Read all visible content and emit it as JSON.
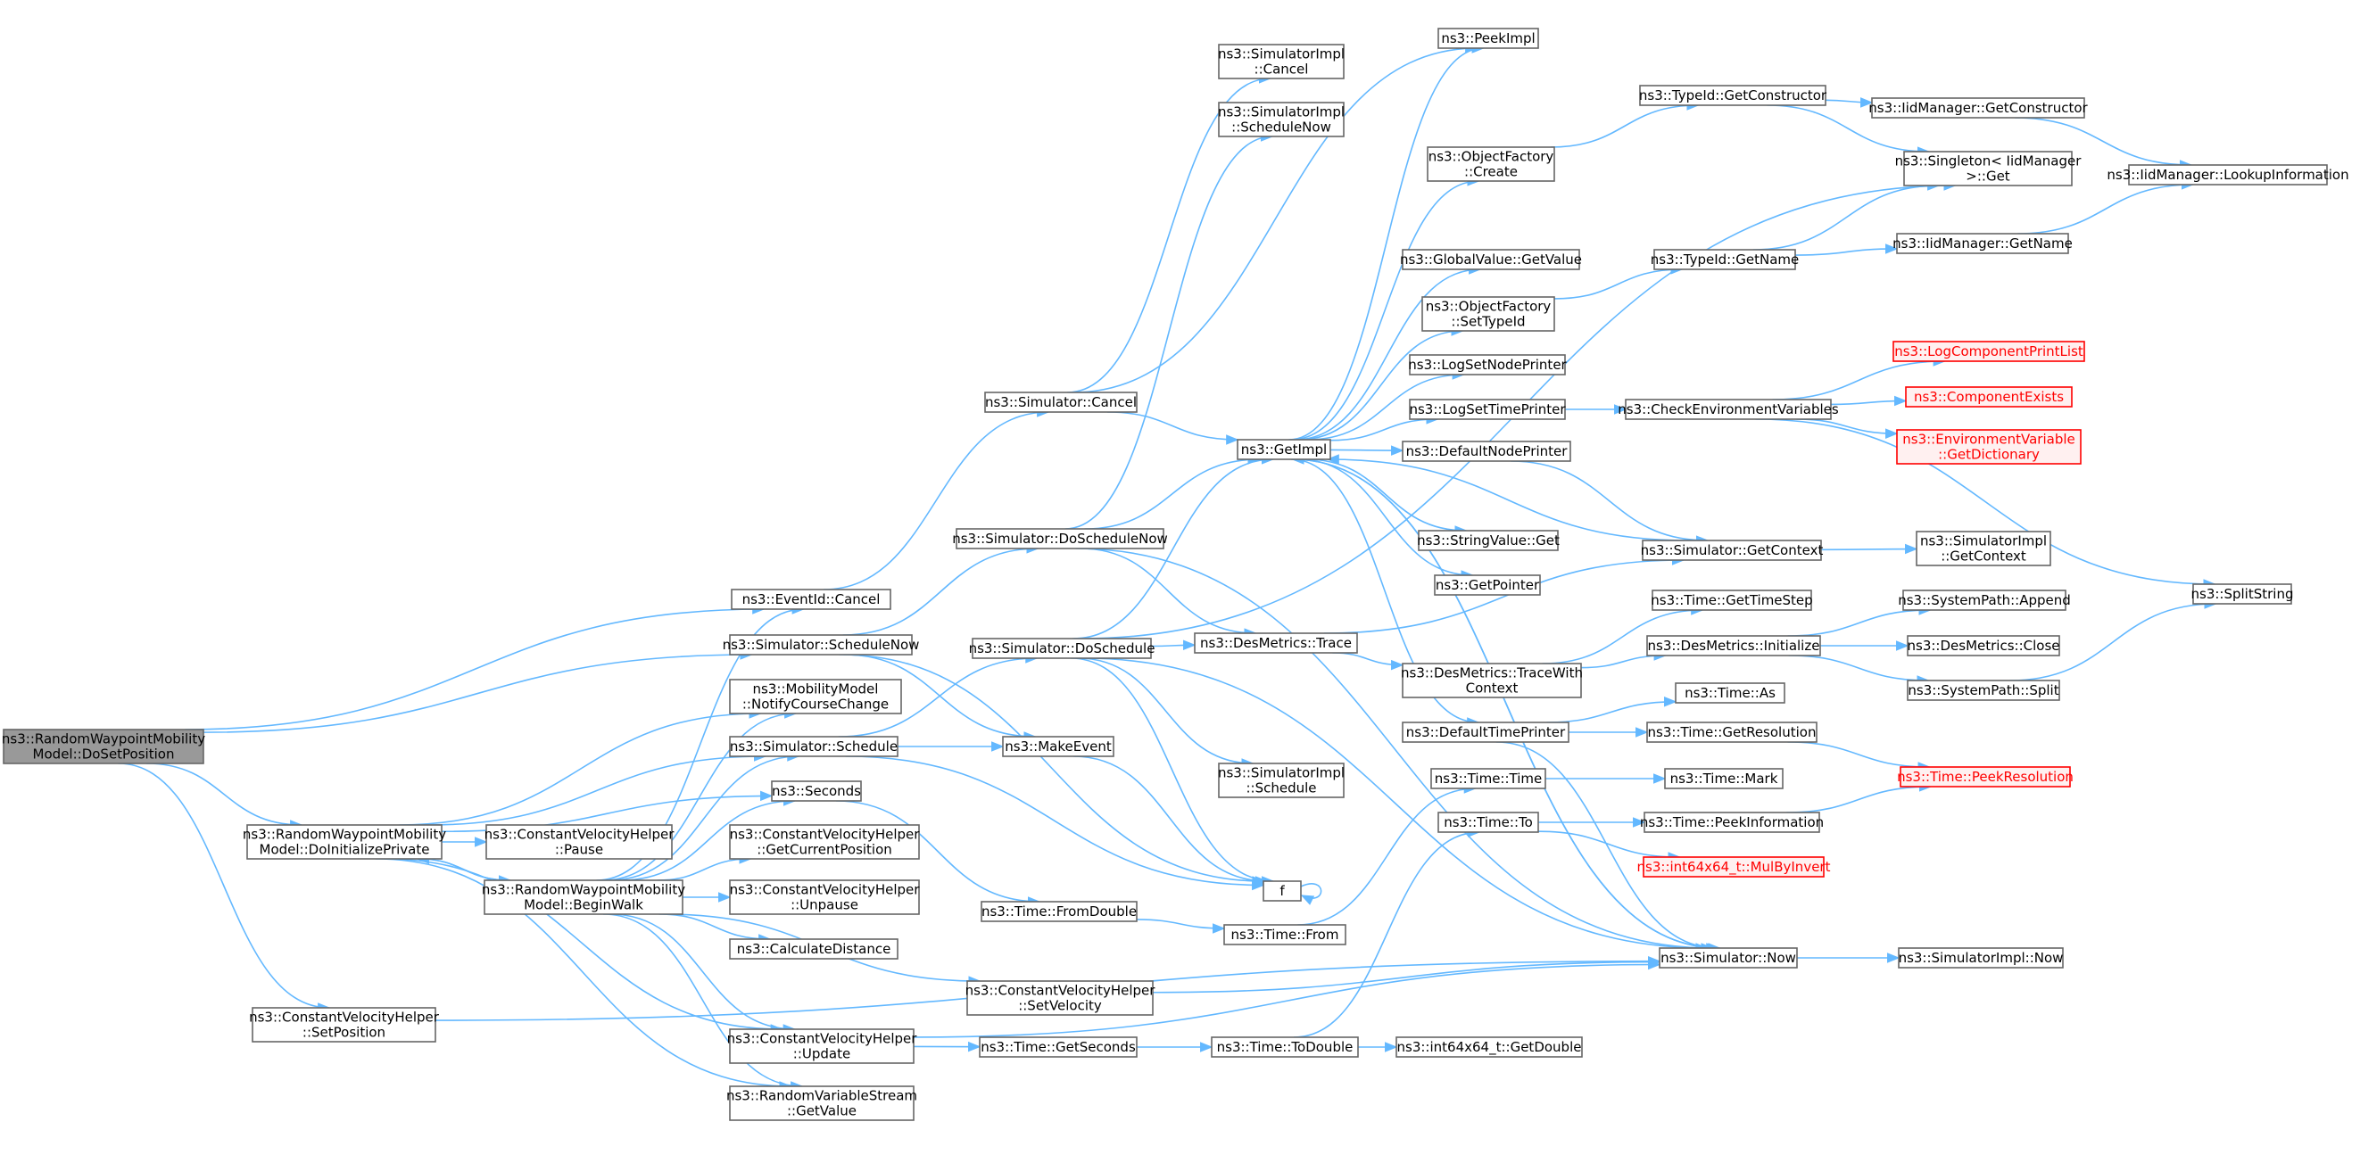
{
  "colors": {
    "edge": "#63b8ff",
    "node_border": "#666666",
    "root_fill": "#999999",
    "warn_border": "#ff0000",
    "warn_fill": "#fff0f0"
  },
  "nodes": [
    {
      "id": "root",
      "lines": [
        "ns3::RandomWaypointMobility",
        "Model::DoSetPosition"
      ],
      "kind": "root"
    },
    {
      "id": "doinit",
      "lines": [
        "ns3::RandomWaypointMobility",
        "Model::DoInitializePrivate"
      ]
    },
    {
      "id": "cvsetpos",
      "lines": [
        "ns3::ConstantVelocityHelper",
        "::SetPosition"
      ]
    },
    {
      "id": "evcancel",
      "lines": [
        "ns3::EventId::Cancel"
      ]
    },
    {
      "id": "schednow",
      "lines": [
        "ns3::Simulator::ScheduleNow"
      ]
    },
    {
      "id": "notify",
      "lines": [
        "ns3::MobilityModel",
        "::NotifyCourseChange"
      ]
    },
    {
      "id": "schedule",
      "lines": [
        "ns3::Simulator::Schedule"
      ]
    },
    {
      "id": "seconds",
      "lines": [
        "ns3::Seconds"
      ]
    },
    {
      "id": "cvpause",
      "lines": [
        "ns3::ConstantVelocityHelper",
        "::Pause"
      ]
    },
    {
      "id": "beginwalk",
      "lines": [
        "ns3::RandomWaypointMobility",
        "Model::BeginWalk"
      ]
    },
    {
      "id": "getcurpos",
      "lines": [
        "ns3::ConstantVelocityHelper",
        "::GetCurrentPosition"
      ]
    },
    {
      "id": "unpause",
      "lines": [
        "ns3::ConstantVelocityHelper",
        "::Unpause"
      ]
    },
    {
      "id": "calcdist",
      "lines": [
        "ns3::CalculateDistance"
      ]
    },
    {
      "id": "cvupdate",
      "lines": [
        "ns3::ConstantVelocityHelper",
        "::Update"
      ]
    },
    {
      "id": "rvsget",
      "lines": [
        "ns3::RandomVariableStream",
        "::GetValue"
      ]
    },
    {
      "id": "simcancel",
      "lines": [
        "ns3::Simulator::Cancel"
      ]
    },
    {
      "id": "doschednow",
      "lines": [
        "ns3::Simulator::DoScheduleNow"
      ]
    },
    {
      "id": "dosched",
      "lines": [
        "ns3::Simulator::DoSchedule"
      ]
    },
    {
      "id": "makeevent",
      "lines": [
        "ns3::MakeEvent"
      ]
    },
    {
      "id": "fromdouble",
      "lines": [
        "ns3::Time::FromDouble"
      ]
    },
    {
      "id": "setvel",
      "lines": [
        "ns3::ConstantVelocityHelper",
        "::SetVelocity"
      ]
    },
    {
      "id": "getseconds",
      "lines": [
        "ns3::Time::GetSeconds"
      ]
    },
    {
      "id": "implcancel",
      "lines": [
        "ns3::SimulatorImpl",
        "::Cancel"
      ]
    },
    {
      "id": "implschednow",
      "lines": [
        "ns3::SimulatorImpl",
        "::ScheduleNow"
      ]
    },
    {
      "id": "getimpl",
      "lines": [
        "ns3::GetImpl"
      ]
    },
    {
      "id": "destrace",
      "lines": [
        "ns3::DesMetrics::Trace"
      ]
    },
    {
      "id": "implsched",
      "lines": [
        "ns3::SimulatorImpl",
        "::Schedule"
      ]
    },
    {
      "id": "f",
      "lines": [
        "f"
      ]
    },
    {
      "id": "timefrom",
      "lines": [
        "ns3::Time::From"
      ]
    },
    {
      "id": "todouble",
      "lines": [
        "ns3::Time::ToDouble"
      ]
    },
    {
      "id": "peekimpl",
      "lines": [
        "ns3::PeekImpl"
      ]
    },
    {
      "id": "ofcreate",
      "lines": [
        "ns3::ObjectFactory",
        "::Create"
      ]
    },
    {
      "id": "gvget",
      "lines": [
        "ns3::GlobalValue::GetValue"
      ]
    },
    {
      "id": "ofsettype",
      "lines": [
        "ns3::ObjectFactory",
        "::SetTypeId"
      ]
    },
    {
      "id": "lognode",
      "lines": [
        "ns3::LogSetNodePrinter"
      ]
    },
    {
      "id": "logtime",
      "lines": [
        "ns3::LogSetTimePrinter"
      ]
    },
    {
      "id": "defnode",
      "lines": [
        "ns3::DefaultNodePrinter"
      ]
    },
    {
      "id": "strget",
      "lines": [
        "ns3::StringValue::Get"
      ]
    },
    {
      "id": "getptr",
      "lines": [
        "ns3::GetPointer"
      ]
    },
    {
      "id": "tracewith",
      "lines": [
        "ns3::DesMetrics::TraceWith",
        "Context"
      ]
    },
    {
      "id": "deftime",
      "lines": [
        "ns3::DefaultTimePrinter"
      ]
    },
    {
      "id": "timetime",
      "lines": [
        "ns3::Time::Time"
      ]
    },
    {
      "id": "timeto",
      "lines": [
        "ns3::Time::To"
      ]
    },
    {
      "id": "simnow",
      "lines": [
        "ns3::Simulator::Now"
      ]
    },
    {
      "id": "getdouble",
      "lines": [
        "ns3::int64x64_t::GetDouble"
      ]
    },
    {
      "id": "tidgetctor",
      "lines": [
        "ns3::TypeId::GetConstructor"
      ]
    },
    {
      "id": "tidgetname",
      "lines": [
        "ns3::TypeId::GetName"
      ]
    },
    {
      "id": "checkenv",
      "lines": [
        "ns3::CheckEnvironmentVariables"
      ]
    },
    {
      "id": "getctx",
      "lines": [
        "ns3::Simulator::GetContext"
      ]
    },
    {
      "id": "gettimestep",
      "lines": [
        "ns3::Time::GetTimeStep"
      ]
    },
    {
      "id": "desinit",
      "lines": [
        "ns3::DesMetrics::Initialize"
      ]
    },
    {
      "id": "timeas",
      "lines": [
        "ns3::Time::As"
      ]
    },
    {
      "id": "getres",
      "lines": [
        "ns3::Time::GetResolution"
      ]
    },
    {
      "id": "timemark",
      "lines": [
        "ns3::Time::Mark"
      ]
    },
    {
      "id": "peekinfo",
      "lines": [
        "ns3::Time::PeekInformation"
      ]
    },
    {
      "id": "mulbyinv",
      "lines": [
        "ns3::int64x64_t::MulByInvert"
      ],
      "kind": "warn"
    },
    {
      "id": "iidgetctor",
      "lines": [
        "ns3::IidManager::GetConstructor"
      ]
    },
    {
      "id": "singleton",
      "lines": [
        "ns3::Singleton< IidManager",
        ">::Get"
      ]
    },
    {
      "id": "iidgetname",
      "lines": [
        "ns3::IidManager::GetName"
      ]
    },
    {
      "id": "logcomplist",
      "lines": [
        "ns3::LogComponentPrintList"
      ],
      "kind": "warn"
    },
    {
      "id": "compexists",
      "lines": [
        "ns3::ComponentExists"
      ],
      "kind": "warn"
    },
    {
      "id": "envvar",
      "lines": [
        "ns3::EnvironmentVariable",
        "::GetDictionary"
      ],
      "kind": "warn"
    },
    {
      "id": "implgetctx",
      "lines": [
        "ns3::SimulatorImpl",
        "::GetContext"
      ]
    },
    {
      "id": "spappend",
      "lines": [
        "ns3::SystemPath::Append"
      ]
    },
    {
      "id": "desclose",
      "lines": [
        "ns3::DesMetrics::Close"
      ]
    },
    {
      "id": "spsplit",
      "lines": [
        "ns3::SystemPath::Split"
      ]
    },
    {
      "id": "peekres",
      "lines": [
        "ns3::Time::PeekResolution"
      ],
      "kind": "warn"
    },
    {
      "id": "implnow",
      "lines": [
        "ns3::SimulatorImpl::Now"
      ]
    },
    {
      "id": "lookup",
      "lines": [
        "ns3::IidManager::LookupInformation"
      ]
    },
    {
      "id": "splitstr",
      "lines": [
        "ns3::SplitString"
      ]
    }
  ]
}
